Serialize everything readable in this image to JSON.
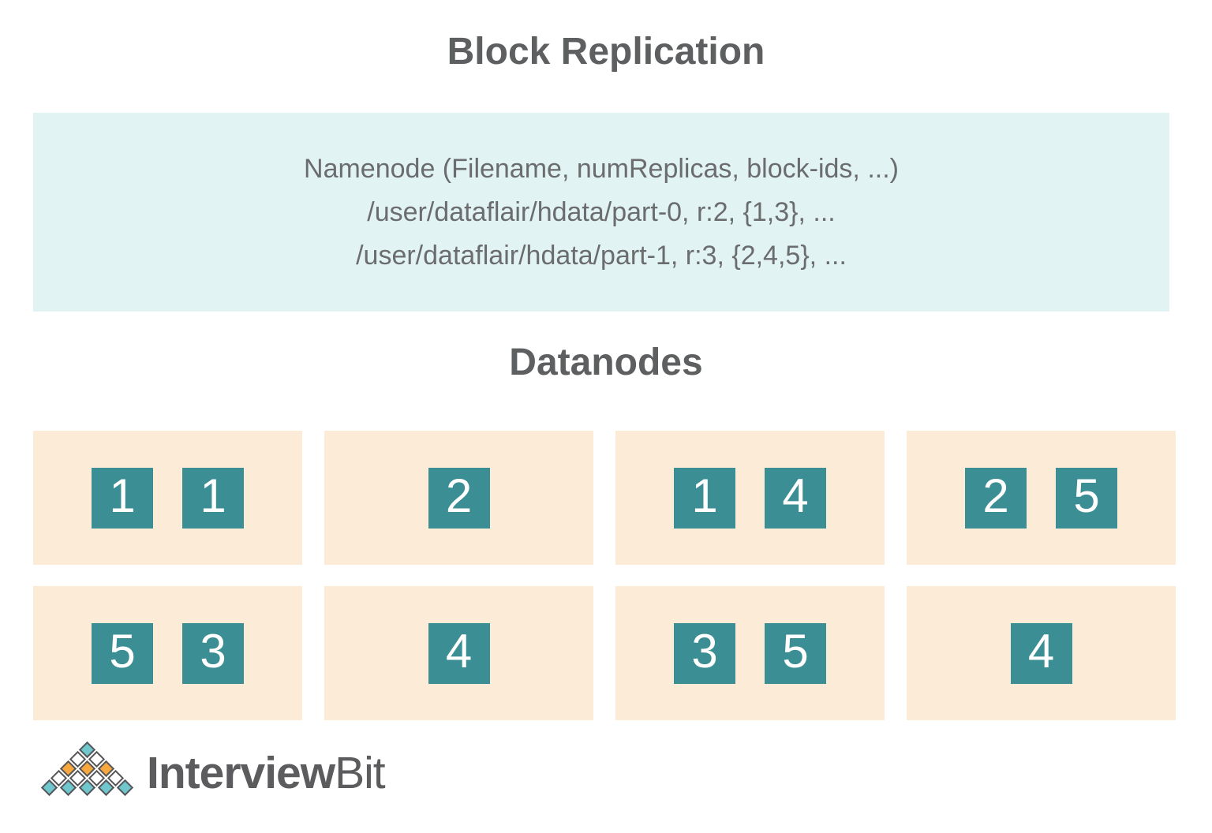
{
  "title": "Block Replication",
  "colors": {
    "heading_text": "#5d5f60",
    "body_text": "#6a6c6d",
    "namenode_bg": "#e2f3f3",
    "datanode_bg": "#fcecd7",
    "block_bg": "#3b8e93",
    "block_text": "#ffffff"
  },
  "namenode": {
    "lines": [
      "Namenode (Filename, numReplicas, block-ids, ...)",
      "/user/dataflair/hdata/part-0, r:2, {1,3}, ...",
      "/user/dataflair/hdata/part-1, r:3, {2,4,5}, ..."
    ]
  },
  "datanodes": {
    "heading": "Datanodes",
    "boxes": [
      {
        "blocks": [
          "1",
          "1"
        ]
      },
      {
        "blocks": [
          "2"
        ]
      },
      {
        "blocks": [
          "1",
          "4"
        ]
      },
      {
        "blocks": [
          "2",
          "5"
        ]
      },
      {
        "blocks": [
          "5",
          "3"
        ]
      },
      {
        "blocks": [
          "4"
        ]
      },
      {
        "blocks": [
          "3",
          "5"
        ]
      },
      {
        "blocks": [
          "4"
        ]
      }
    ]
  },
  "logo": {
    "text_bold": "Interview",
    "text_light": "Bit",
    "colors": {
      "teal": "#6fc6cd",
      "orange": "#f6a83f",
      "outline": "#58585a",
      "text": "#5c5c5e"
    },
    "pyramid_rows": [
      [
        "teal"
      ],
      [
        "white",
        "white"
      ],
      [
        "orange",
        "orange",
        "orange"
      ],
      [
        "white",
        "white",
        "white",
        "white"
      ],
      [
        "teal",
        "teal",
        "teal",
        "teal",
        "teal"
      ]
    ]
  }
}
